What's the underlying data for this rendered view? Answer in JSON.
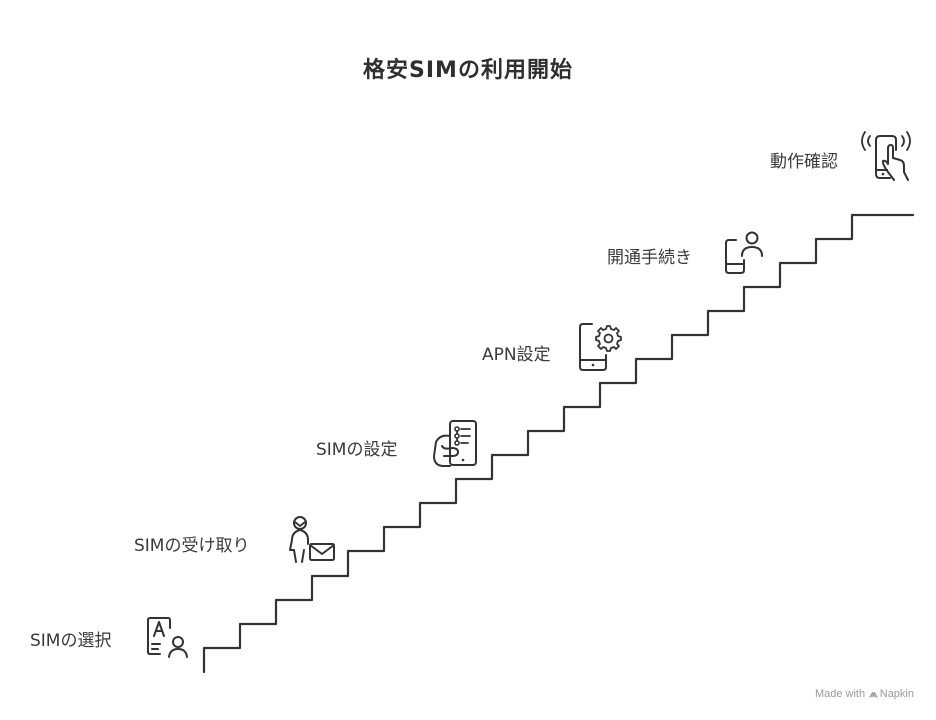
{
  "title": "格安SIMの利用開始",
  "steps": [
    {
      "label": "SIMの選択",
      "icon": "profile-card-icon"
    },
    {
      "label": "SIMの受け取り",
      "icon": "person-envelope-icon"
    },
    {
      "label": "SIMの設定",
      "icon": "hand-phone-settings-icon"
    },
    {
      "label": "APN設定",
      "icon": "phone-gear-icon"
    },
    {
      "label": "開通手続き",
      "icon": "phone-user-icon"
    },
    {
      "label": "動作確認",
      "icon": "phone-vibrate-touch-icon"
    }
  ],
  "footer": {
    "made_with": "Made with",
    "brand": "Napkin"
  },
  "colors": {
    "stroke": "#333333",
    "text": "#3a3a3a"
  }
}
